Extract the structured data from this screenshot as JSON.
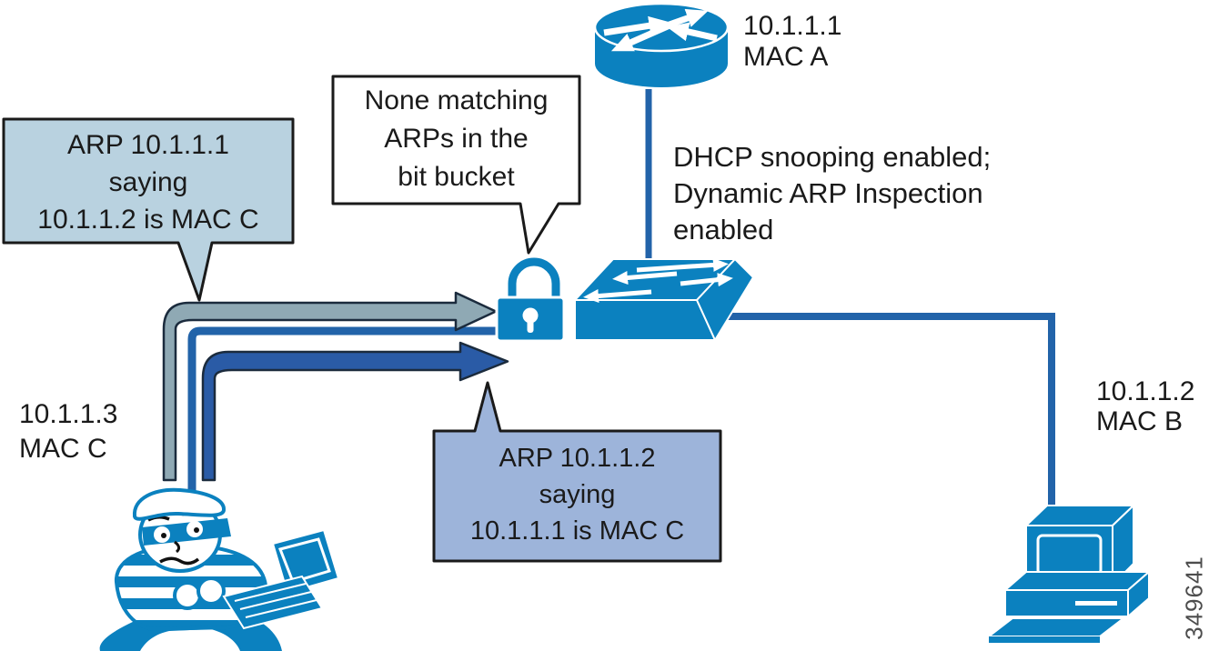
{
  "nodes": {
    "router_label": "10.1.1.1\nMAC A",
    "switch_note": "DHCP snooping enabled;\nDynamic ARP Inspection\nenabled",
    "attacker_label": "10.1.1.3\nMAC C",
    "host_label": "10.1.1.2\nMAC B"
  },
  "callouts": {
    "bit_bucket": "None matching\nARPs in the\nbit bucket",
    "arp_spoof_left": "ARP 10.1.1.1\nsaying\n10.1.1.2 is MAC C",
    "arp_spoof_bottom": "ARP 10.1.1.2\nsaying\n10.1.1.1 is MAC C"
  },
  "figure_number": "349641",
  "icons": {
    "router": "router-icon",
    "switch": "switch-icon",
    "padlock": "padlock-icon",
    "attacker": "burglar-attacker-icon",
    "host": "desktop-computer-icon"
  },
  "colors": {
    "cisco_blue": "#0b81bf",
    "link_blue": "#2263a9",
    "arrow_silver": "#8fa9b4",
    "arrow_dark_blue": "#2a5ba6",
    "arrow_outline_navy": "#1b2b3d",
    "callout_light_blue": "#b9d2e0",
    "callout_periwinkle": "#9db4da",
    "bubble_white": "#ffffff",
    "border_black": "#1a1a1a",
    "text_black": "#1a1a1a",
    "figure_number_gray": "#4d4d4d"
  }
}
